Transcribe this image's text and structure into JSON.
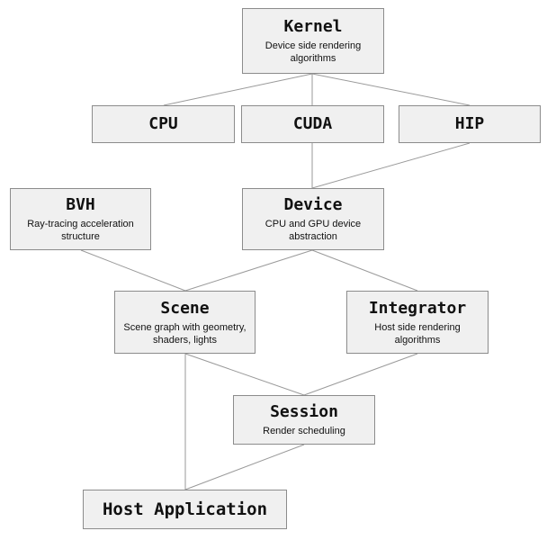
{
  "diagram": {
    "nodes": {
      "kernel": {
        "title": "Kernel",
        "desc": "Device side rendering algorithms"
      },
      "cpu": {
        "title": "CPU"
      },
      "cuda": {
        "title": "CUDA"
      },
      "hip": {
        "title": "HIP"
      },
      "bvh": {
        "title": "BVH",
        "desc": "Ray-tracing acceleration structure"
      },
      "device": {
        "title": "Device",
        "desc": "CPU and GPU device abstraction"
      },
      "scene": {
        "title": "Scene",
        "desc": "Scene graph with geometry, shaders, lights"
      },
      "integrator": {
        "title": "Integrator",
        "desc": "Host side rendering algorithms"
      },
      "session": {
        "title": "Session",
        "desc": "Render scheduling"
      },
      "host": {
        "title": "Host Application"
      }
    },
    "edges": [
      [
        "kernel",
        "cpu"
      ],
      [
        "kernel",
        "cuda"
      ],
      [
        "kernel",
        "hip"
      ],
      [
        "cuda",
        "device"
      ],
      [
        "hip",
        "device"
      ],
      [
        "bvh",
        "scene"
      ],
      [
        "device",
        "scene"
      ],
      [
        "device",
        "integrator"
      ],
      [
        "scene",
        "session"
      ],
      [
        "integrator",
        "session"
      ],
      [
        "scene",
        "host"
      ],
      [
        "session",
        "host"
      ]
    ],
    "colors": {
      "node_fill": "#f0f0f0",
      "node_border": "#8c8c8c",
      "edge": "#9a9a9a",
      "text": "#111111"
    }
  }
}
